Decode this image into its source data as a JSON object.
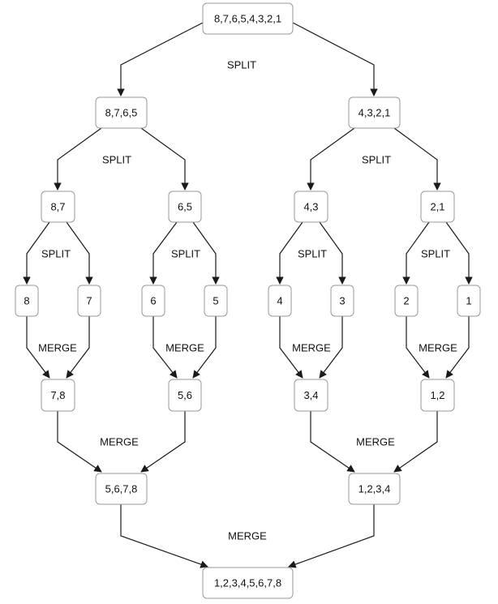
{
  "diagram": {
    "nodes": {
      "root": "8,7,6,5,4,3,2,1",
      "l1_left": "8,7,6,5",
      "l1_right": "4,3,2,1",
      "l2_a": "8,7",
      "l2_b": "6,5",
      "l2_c": "4,3",
      "l2_d": "2,1",
      "leaf_8": "8",
      "leaf_7": "7",
      "leaf_6": "6",
      "leaf_5": "5",
      "leaf_4": "4",
      "leaf_3": "3",
      "leaf_2": "2",
      "leaf_1": "1",
      "m1_a": "7,8",
      "m1_b": "5,6",
      "m1_c": "3,4",
      "m1_d": "1,2",
      "m2_left": "5,6,7,8",
      "m2_right": "1,2,3,4",
      "result": "1,2,3,4,5,6,7,8"
    },
    "labels": {
      "split_top": "SPLIT",
      "split_left": "SPLIT",
      "split_right": "SPLIT",
      "split_a": "SPLIT",
      "split_b": "SPLIT",
      "split_c": "SPLIT",
      "split_d": "SPLIT",
      "merge_a": "MERGE",
      "merge_b": "MERGE",
      "merge_c": "MERGE",
      "merge_d": "MERGE",
      "merge_left": "MERGE",
      "merge_right": "MERGE",
      "merge_bottom": "MERGE"
    }
  }
}
